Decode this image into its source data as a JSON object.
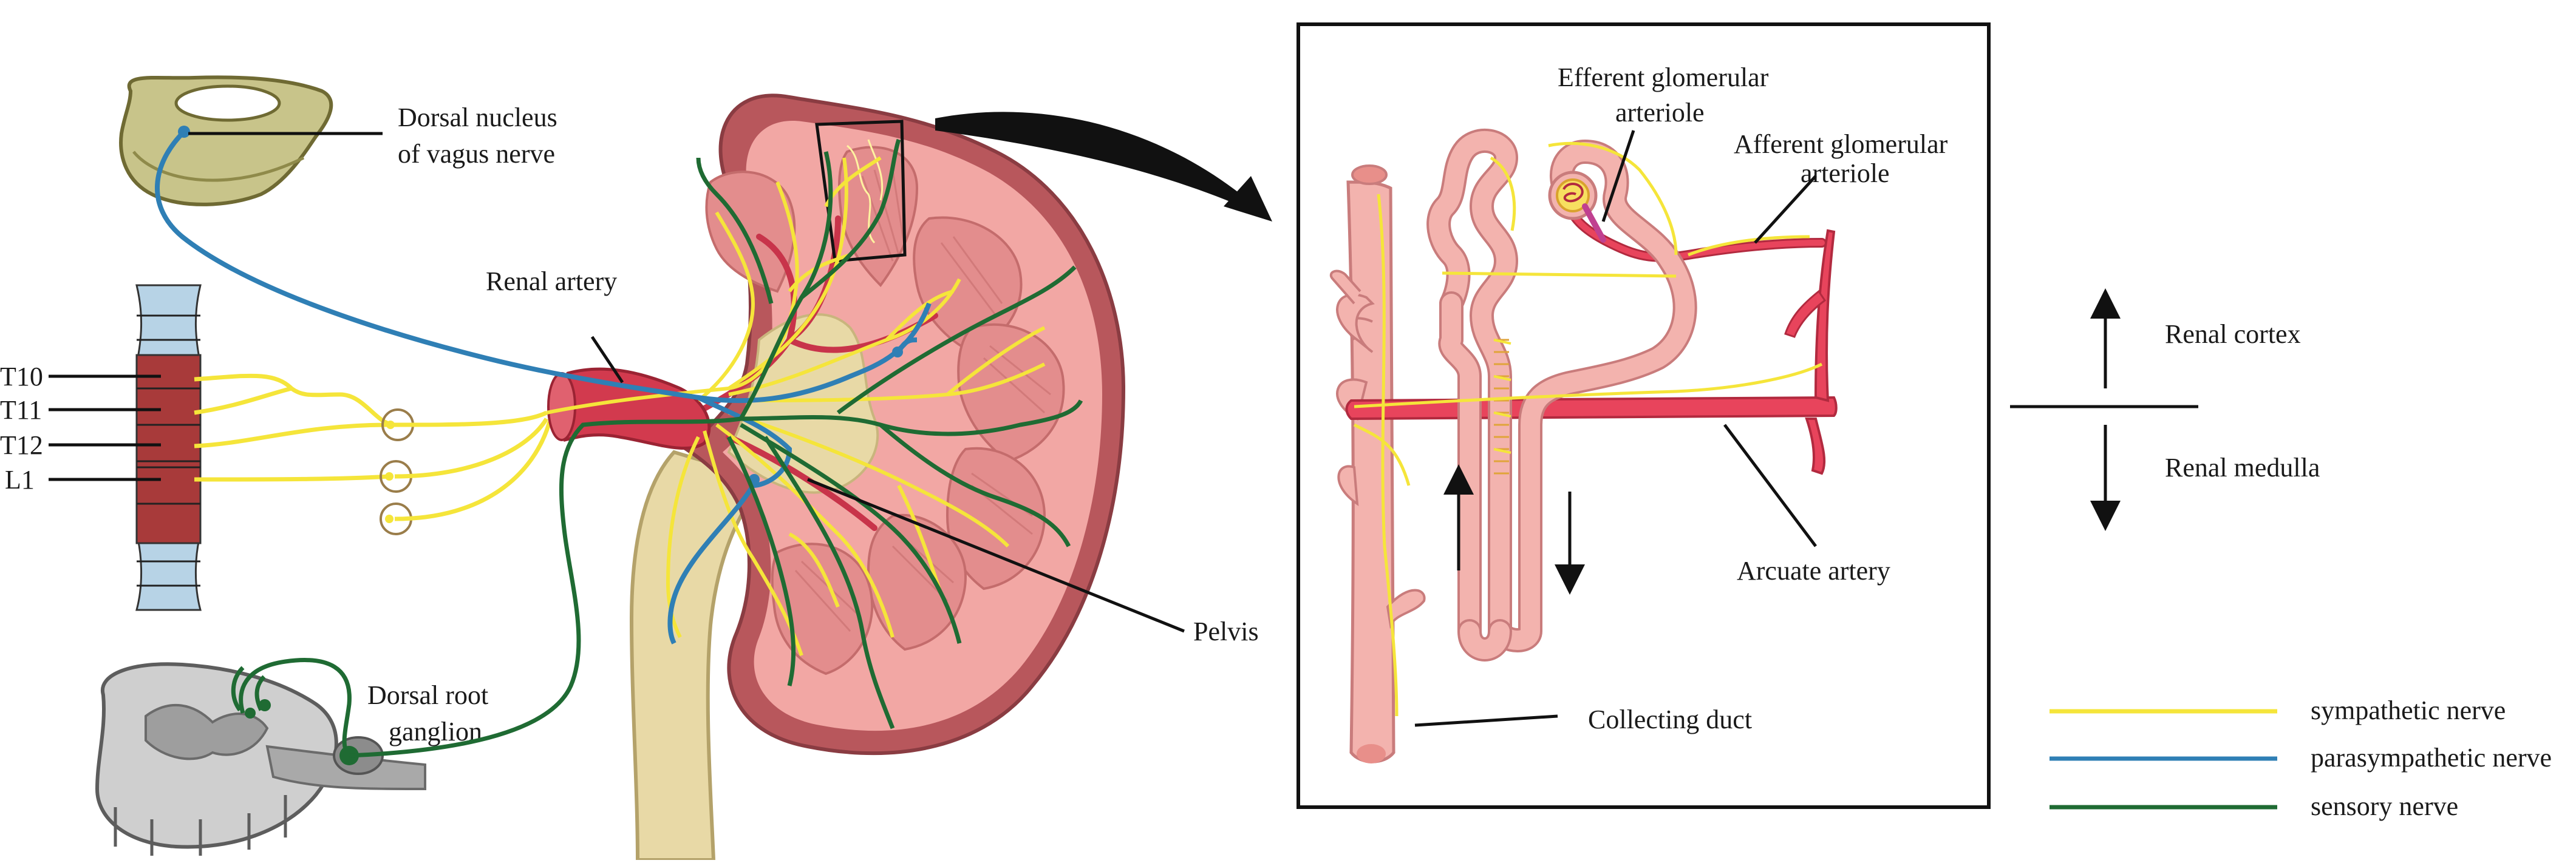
{
  "colors": {
    "sympathetic": "#f5e53a",
    "parasympathetic": "#2f7fb5",
    "sensory": "#1f6b33",
    "kidney_capsule": "#b8575c",
    "kidney_cortex": "#f2a7a4",
    "pyramid": "#e38d8d",
    "ureter": "#e8d9a6",
    "artery": "#d23a4e",
    "tubule": "#f3b3ae",
    "spinal_red": "#a83a3a",
    "spinal_blue": "#b7d3e6",
    "brainstem": "#c8c48a"
  },
  "labels": {
    "dorsal_nucleus": [
      "Dorsal nucleus",
      "of vagus nerve"
    ],
    "renal_artery": "Renal artery",
    "t10": "T10",
    "t11": "T11",
    "t12": "T12",
    "l1": "L1",
    "dorsal_root_ganglion": [
      "Dorsal root",
      "ganglion"
    ],
    "pelvis": "Pelvis",
    "efferent": [
      "Efferent glomerular",
      "arteriole"
    ],
    "afferent": [
      "Afferent glomerular",
      "arteriole"
    ],
    "arcuate_artery": "Arcuate artery",
    "collecting_duct": "Collecting duct",
    "renal_cortex": "Renal cortex",
    "renal_medulla": "Renal medulla"
  },
  "legend": [
    {
      "label": "sympathetic nerve",
      "color": "#f5e53a"
    },
    {
      "label": "parasympathetic nerve",
      "color": "#2f7fb5"
    },
    {
      "label": "sensory nerve",
      "color": "#1f6b33"
    }
  ]
}
